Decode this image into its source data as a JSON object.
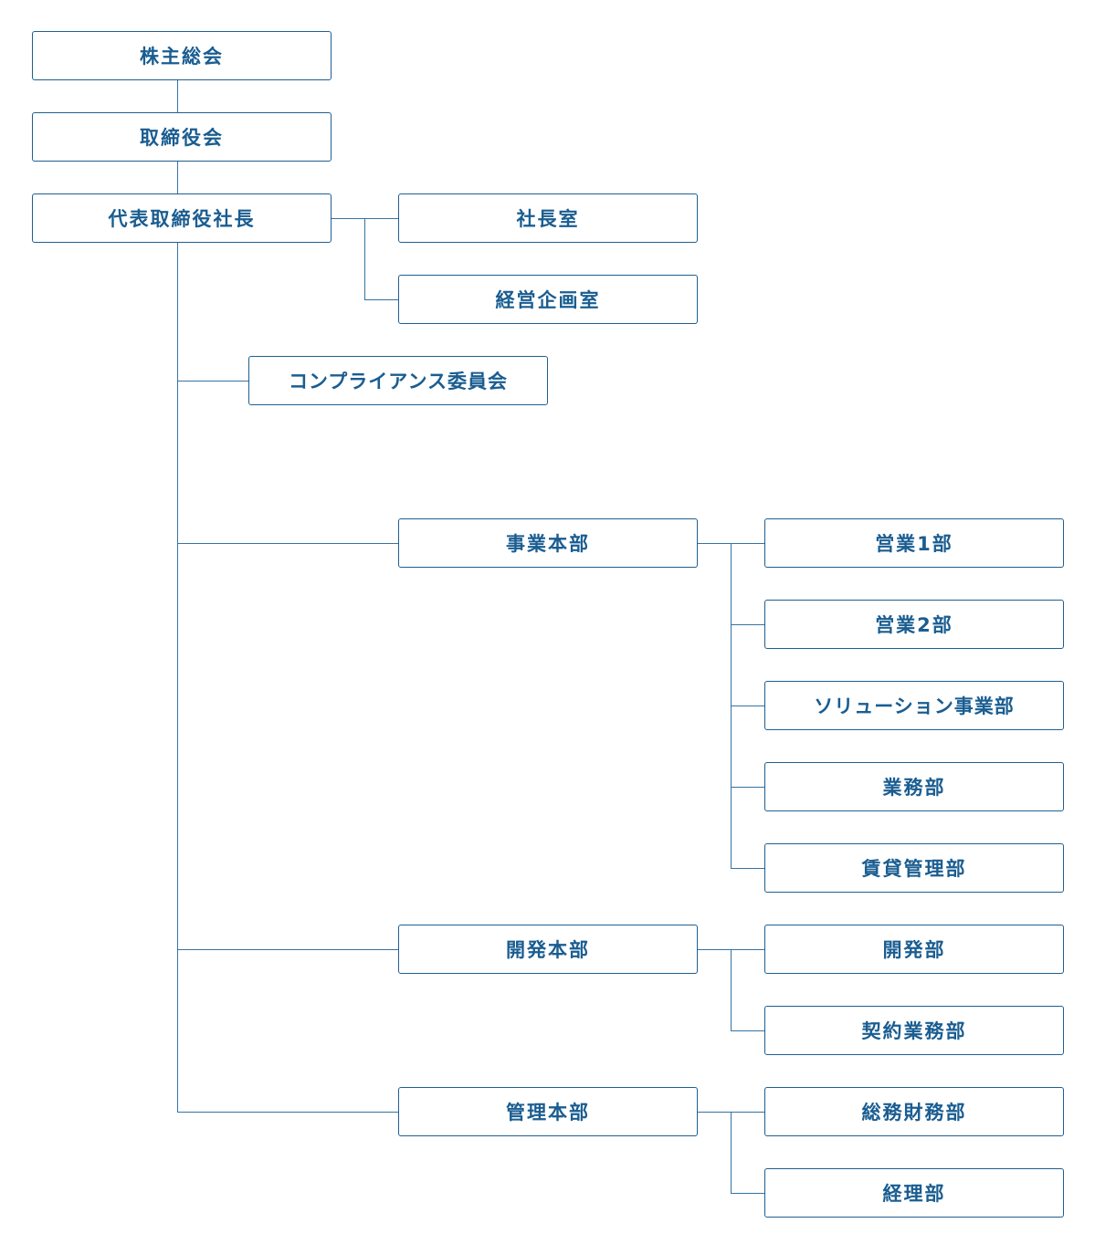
{
  "org_chart": {
    "nodes": {
      "shareholders_meeting": "株主総会",
      "board_of_directors": "取締役会",
      "president": "代表取締役社長",
      "president_office": "社長室",
      "corporate_planning": "経営企画室",
      "compliance_committee": "コンプライアンス委員会",
      "business_hq": "事業本部",
      "sales_1": "営業1部",
      "sales_2": "営業2部",
      "solution_business": "ソリューション事業部",
      "operations": "業務部",
      "rental_management": "賃貸管理部",
      "development_hq": "開発本部",
      "development": "開発部",
      "contract_operations": "契約業務部",
      "administration_hq": "管理本部",
      "general_affairs_finance": "総務財務部",
      "accounting": "経理部"
    },
    "line_color": "#3474a3",
    "text_color": "#1a5d91"
  }
}
